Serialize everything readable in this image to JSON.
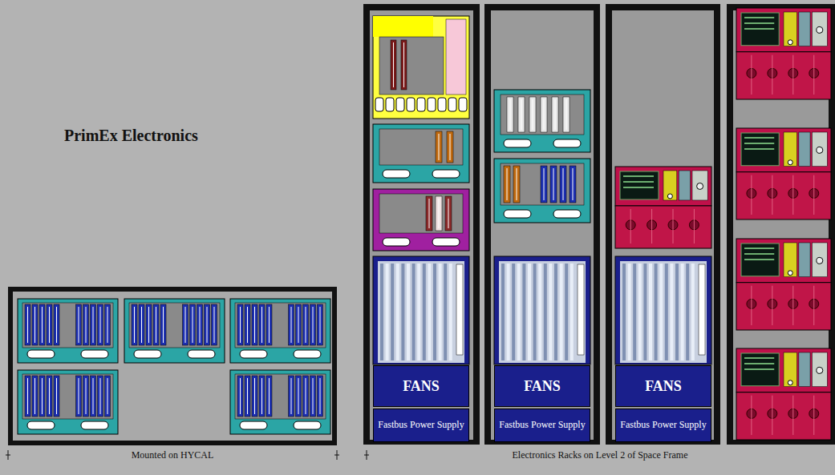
{
  "diagram": {
    "title": "PrimEx Electronics",
    "nodes": [
      {
        "text": [
          "FANS"
        ]
      },
      {
        "text": [
          "Fastbus Power Supply"
        ]
      },
      {
        "text": [
          "FANS"
        ]
      },
      {
        "text": [
          "Fastbus Power Supply"
        ]
      },
      {
        "text": [
          "FANS"
        ]
      },
      {
        "text": [
          "Fastbus Power Supply"
        ]
      }
    ],
    "labels": [
      "Mounted on HYCAL",
      "Electronics Racks on Level 2 of Space Frame"
    ]
  }
}
